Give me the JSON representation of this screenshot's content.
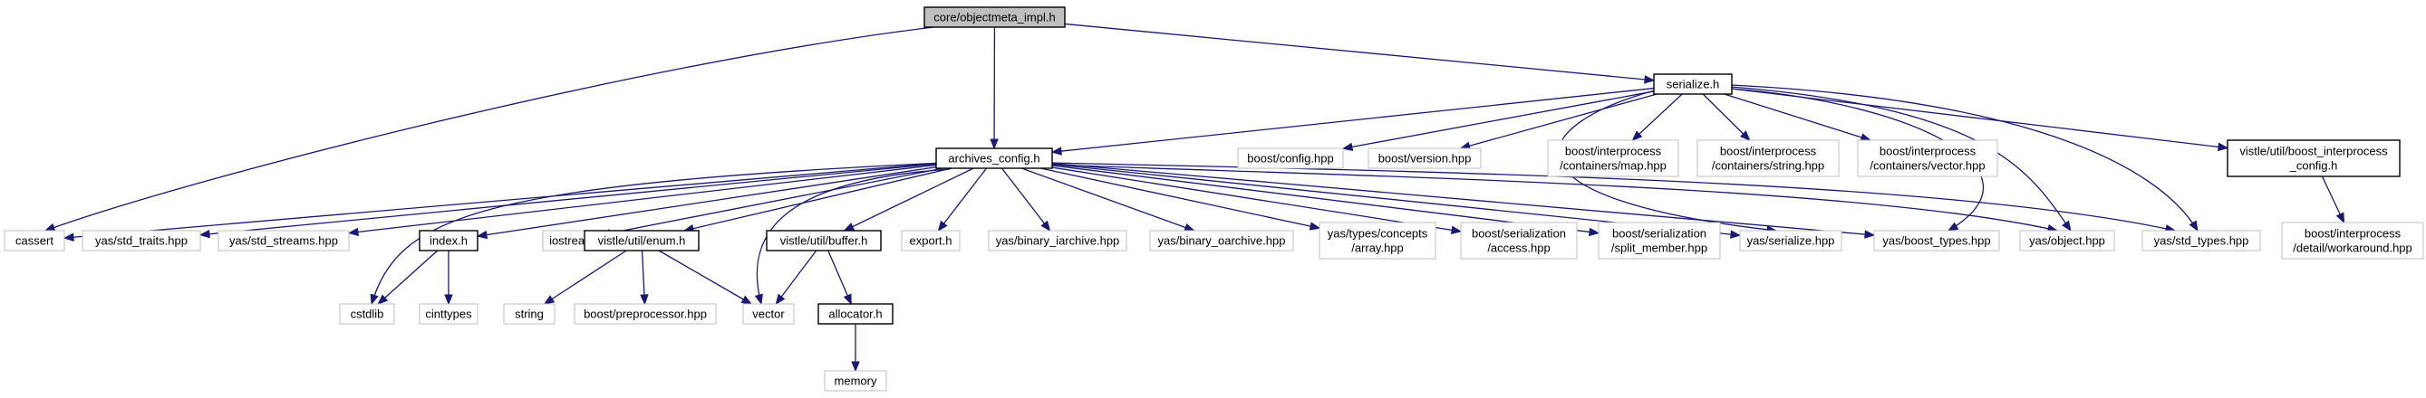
{
  "graph": {
    "colors": {
      "edge": "#191970",
      "documented_border": "#000000",
      "undocumented_border": "#bfbfbf",
      "root_fill": "#bfbfbf",
      "node_fill": "#ffffff"
    },
    "nodes": [
      {
        "id": "root",
        "label": "core/objectmeta_impl.h",
        "kind": "root"
      },
      {
        "id": "cassert",
        "label": "cassert",
        "kind": "external"
      },
      {
        "id": "archives_config",
        "label": "archives_config.h",
        "kind": "documented"
      },
      {
        "id": "serialize_h",
        "label": "serialize.h",
        "kind": "documented"
      },
      {
        "id": "std_traits",
        "label": "yas/std_traits.hpp",
        "kind": "external"
      },
      {
        "id": "std_streams",
        "label": "yas/std_streams.hpp",
        "kind": "external"
      },
      {
        "id": "index_h",
        "label": "index.h",
        "kind": "documented"
      },
      {
        "id": "iostream",
        "label": "iostream",
        "kind": "external"
      },
      {
        "id": "enum_h",
        "label": "vistle/util/enum.h",
        "kind": "documented"
      },
      {
        "id": "buffer_h",
        "label": "vistle/util/buffer.h",
        "kind": "documented"
      },
      {
        "id": "export_h",
        "label": "export.h",
        "kind": "external"
      },
      {
        "id": "binary_iarchive",
        "label": "yas/binary_iarchive.hpp",
        "kind": "external"
      },
      {
        "id": "binary_oarchive",
        "label": "yas/binary_oarchive.hpp",
        "kind": "external"
      },
      {
        "id": "concepts_array",
        "label": "yas/types/concepts\n/array.hpp",
        "kind": "external"
      },
      {
        "id": "boost_ser_access",
        "label": "boost/serialization\n/access.hpp",
        "kind": "external"
      },
      {
        "id": "boost_ser_split",
        "label": "boost/serialization\n/split_member.hpp",
        "kind": "external"
      },
      {
        "id": "yas_serialize",
        "label": "yas/serialize.hpp",
        "kind": "external"
      },
      {
        "id": "boost_types",
        "label": "yas/boost_types.hpp",
        "kind": "external"
      },
      {
        "id": "yas_object",
        "label": "yas/object.hpp",
        "kind": "external"
      },
      {
        "id": "std_types",
        "label": "yas/std_types.hpp",
        "kind": "external"
      },
      {
        "id": "boost_config",
        "label": "boost/config.hpp",
        "kind": "external"
      },
      {
        "id": "boost_version",
        "label": "boost/version.hpp",
        "kind": "external"
      },
      {
        "id": "ip_map",
        "label": "boost/interprocess\n/containers/map.hpp",
        "kind": "external"
      },
      {
        "id": "ip_string",
        "label": "boost/interprocess\n/containers/string.hpp",
        "kind": "external"
      },
      {
        "id": "ip_vector",
        "label": "boost/interprocess\n/containers/vector.hpp",
        "kind": "external"
      },
      {
        "id": "boost_ip_config",
        "label": "vistle/util/boost_interprocess\n_config.h",
        "kind": "documented"
      },
      {
        "id": "ip_workaround",
        "label": "boost/interprocess\n/detail/workaround.hpp",
        "kind": "external"
      },
      {
        "id": "cstdlib",
        "label": "cstdlib",
        "kind": "external"
      },
      {
        "id": "cinttypes",
        "label": "cinttypes",
        "kind": "external"
      },
      {
        "id": "string",
        "label": "string",
        "kind": "external"
      },
      {
        "id": "boost_preprocessor",
        "label": "boost/preprocessor.hpp",
        "kind": "external"
      },
      {
        "id": "vector",
        "label": "vector",
        "kind": "external"
      },
      {
        "id": "allocator_h",
        "label": "allocator.h",
        "kind": "documented"
      },
      {
        "id": "memory",
        "label": "memory",
        "kind": "external"
      }
    ],
    "edges": [
      [
        "root",
        "cassert"
      ],
      [
        "root",
        "archives_config"
      ],
      [
        "root",
        "serialize_h"
      ],
      [
        "archives_config",
        "cassert"
      ],
      [
        "archives_config",
        "std_traits"
      ],
      [
        "archives_config",
        "std_streams"
      ],
      [
        "archives_config",
        "index_h"
      ],
      [
        "archives_config",
        "iostream"
      ],
      [
        "archives_config",
        "enum_h"
      ],
      [
        "archives_config",
        "buffer_h"
      ],
      [
        "archives_config",
        "export_h"
      ],
      [
        "archives_config",
        "binary_iarchive"
      ],
      [
        "archives_config",
        "binary_oarchive"
      ],
      [
        "archives_config",
        "concepts_array"
      ],
      [
        "archives_config",
        "boost_ser_access"
      ],
      [
        "archives_config",
        "boost_ser_split"
      ],
      [
        "archives_config",
        "yas_serialize"
      ],
      [
        "archives_config",
        "boost_types"
      ],
      [
        "archives_config",
        "yas_object"
      ],
      [
        "archives_config",
        "std_types"
      ],
      [
        "archives_config",
        "cstdlib"
      ],
      [
        "archives_config",
        "vector"
      ],
      [
        "serialize_h",
        "archives_config"
      ],
      [
        "serialize_h",
        "boost_config"
      ],
      [
        "serialize_h",
        "boost_version"
      ],
      [
        "serialize_h",
        "ip_map"
      ],
      [
        "serialize_h",
        "ip_string"
      ],
      [
        "serialize_h",
        "ip_vector"
      ],
      [
        "serialize_h",
        "boost_ip_config"
      ],
      [
        "serialize_h",
        "yas_serialize"
      ],
      [
        "serialize_h",
        "boost_types"
      ],
      [
        "serialize_h",
        "yas_object"
      ],
      [
        "serialize_h",
        "std_types"
      ],
      [
        "boost_ip_config",
        "ip_workaround"
      ],
      [
        "index_h",
        "cstdlib"
      ],
      [
        "index_h",
        "cinttypes"
      ],
      [
        "enum_h",
        "string"
      ],
      [
        "enum_h",
        "boost_preprocessor"
      ],
      [
        "enum_h",
        "vector"
      ],
      [
        "buffer_h",
        "vector"
      ],
      [
        "buffer_h",
        "allocator_h"
      ],
      [
        "allocator_h",
        "memory"
      ]
    ]
  }
}
